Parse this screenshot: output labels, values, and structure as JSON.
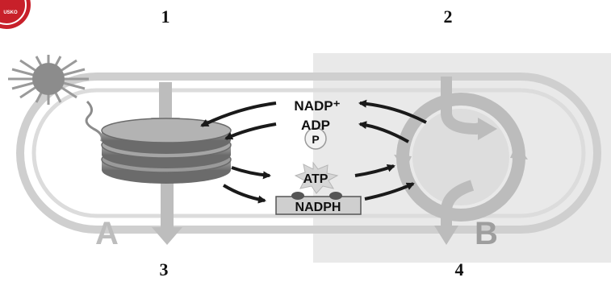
{
  "corner_logo": {
    "text": "USKO",
    "color": "#c8202a"
  },
  "numbers": {
    "n1": "1",
    "n2": "2",
    "n3": "3",
    "n4": "4"
  },
  "diagram": {
    "molecules": {
      "nadp": "NADP⁺",
      "adp": "ADP",
      "p": "P",
      "atp": "ATP",
      "nadph": "NADPH"
    },
    "regions": {
      "a": "A",
      "b": "B"
    }
  },
  "colors": {
    "background": "#ffffff",
    "right_panel": "#e9e9e9",
    "membrane": "#c9c9c9",
    "stack": "#8a8a8a",
    "arrow_dark": "#1a1a1a",
    "arrow_light": "#bdbdbd"
  }
}
